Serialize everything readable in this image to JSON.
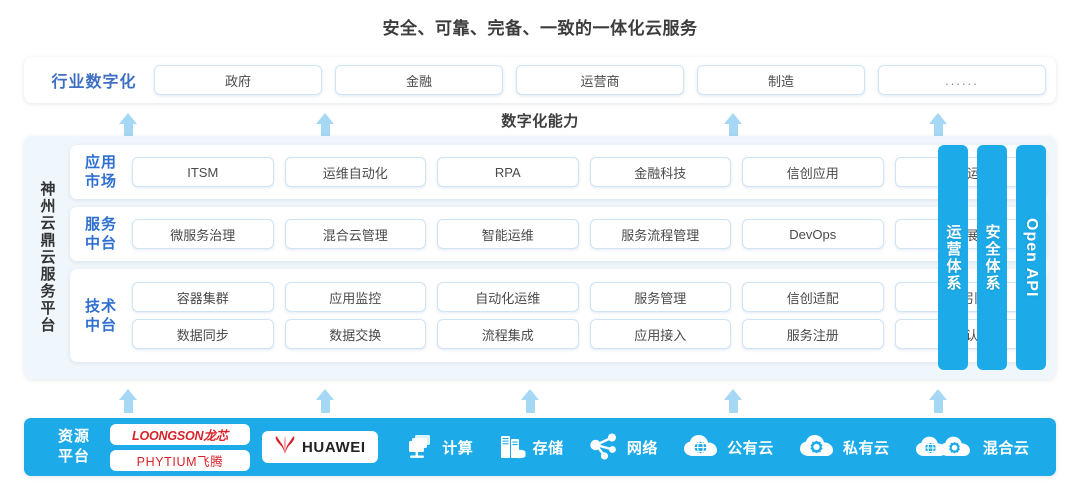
{
  "title": "安全、可靠、完备、一致的一体化云服务",
  "industry": {
    "label": "行业数字化",
    "items": [
      "政府",
      "金融",
      "运营商",
      "制造",
      "......"
    ]
  },
  "capability_label": "数字化能力",
  "platform": {
    "side_label": "神州云鼎云服务平台",
    "tiers": [
      {
        "label_line1": "应用",
        "label_line2": "市场",
        "rows": [
          [
            "ITSM",
            "运维自动化",
            "RPA",
            "金融科技",
            "信创应用",
            "运维/运营"
          ]
        ]
      },
      {
        "label_line1": "服务",
        "label_line2": "中台",
        "rows": [
          [
            "微服务治理",
            "混合云管理",
            "智能运维",
            "服务流程管理",
            "DevOps",
            "大屏展示"
          ]
        ]
      },
      {
        "label_line1": "技术",
        "label_line2": "中台",
        "rows": [
          [
            "容器集群",
            "应用监控",
            "自动化运维",
            "服务管理",
            "信创适配",
            "流程引擎"
          ],
          [
            "数据同步",
            "数据交换",
            "流程集成",
            "应用接入",
            "服务注册",
            "统一认证"
          ]
        ]
      }
    ],
    "vertical_bars": [
      "运营体系",
      "安全体系",
      "Open API"
    ]
  },
  "resource": {
    "label_line1": "资源",
    "label_line2": "平台",
    "logos": [
      "LOONGSON龙芯",
      "PHYTIUM飞腾"
    ],
    "huawei": "HUAWEI",
    "items": [
      {
        "label": "计算",
        "icon": "compute-icon"
      },
      {
        "label": "存储",
        "icon": "storage-icon"
      },
      {
        "label": "网络",
        "icon": "network-icon"
      },
      {
        "label": "公有云",
        "icon": "public-cloud-icon"
      },
      {
        "label": "私有云",
        "icon": "private-cloud-icon"
      },
      {
        "label": "混合云",
        "icon": "hybrid-cloud-icon"
      }
    ]
  },
  "colors": {
    "accent_blue": "#1cabe8",
    "arrow_blue": "#a6d7f4",
    "panel_bg": "#f0f7fc",
    "label_blue": "#2f6fd0",
    "logo_red": "#d8232a"
  },
  "arrows": {
    "upper_x": [
      128,
      325,
      733,
      938
    ],
    "lower_x": [
      128,
      325,
      530,
      733,
      938
    ]
  }
}
